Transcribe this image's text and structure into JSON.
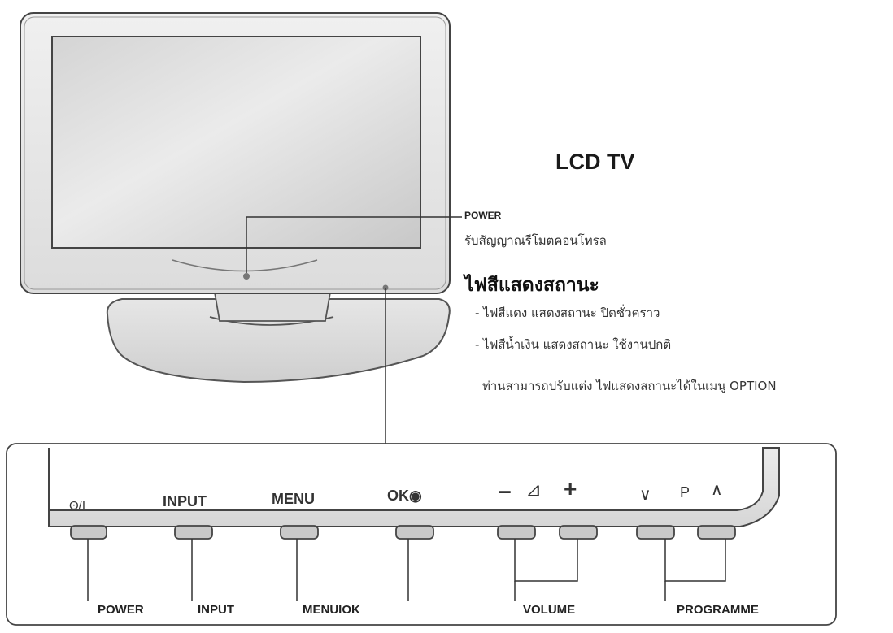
{
  "title": "LCD TV",
  "power_callout": {
    "label": "POWER",
    "remote_sensor": "รับสัญญาณรีโมตคอนโทรล",
    "indicator_heading": "ไฟสีแสดงสถานะ",
    "bullets": [
      "- ไฟสีแดง แสดงสถานะ ปิดชั่วคราว",
      "- ไฟสีน้ำเงิน แสดงสถานะ ใช้งานปกติ"
    ],
    "note": "ท่านสามารถปรับแต่ง ไฟแสดงสถานะได้ในเมนู OPTION"
  },
  "panel": {
    "button_labels": {
      "power": "ʘ/I",
      "input": "INPUT",
      "menu": "MENU",
      "ok": "OK◉",
      "vol_minus": "–",
      "vol_icon": "⊿",
      "vol_plus": "+",
      "prog_down": "∨",
      "prog_p": "P",
      "prog_up": "∧"
    },
    "callouts": {
      "power": "POWER",
      "input": "INPUT",
      "menu_ok": "MENUIOK",
      "volume": "VOLUME",
      "programme": "PROGRAMME"
    }
  }
}
